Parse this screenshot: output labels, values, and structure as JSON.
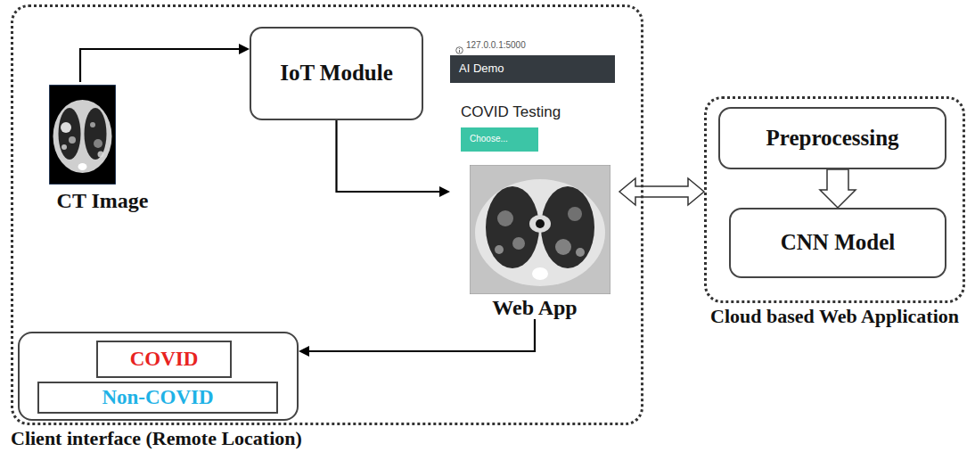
{
  "diagram": {
    "nodes": [
      {
        "text": [
          "Client interface (Remote Location)"
        ]
      },
      {
        "text": [
          "CT Image"
        ],
        "in": 0
      },
      {
        "text": [
          "IoT Module"
        ],
        "in": 0
      },
      {
        "text": [
          "127.0.0.1:5000",
          "AI Demo",
          "COVID Testing",
          "Choose...",
          "Web App"
        ],
        "in": 0
      },
      {
        "text": [],
        "in": 0
      },
      {
        "text": [
          "COVID"
        ],
        "in": 4
      },
      {
        "text": [
          "Non-COVID"
        ],
        "in": 4
      },
      {
        "text": [
          "Cloud based Web Application"
        ]
      },
      {
        "text": [
          "Preprocessing"
        ],
        "in": 7
      },
      {
        "text": [
          "CNN Model"
        ],
        "in": 7
      }
    ],
    "edges": [
      {
        "from": 1,
        "to": 2,
        "arrow": "to"
      },
      {
        "from": 2,
        "to": 3,
        "arrow": "to"
      },
      {
        "from": 3,
        "to": 4,
        "arrow": "to"
      },
      {
        "from": 3,
        "to": 7,
        "arrow": "both"
      },
      {
        "from": 8,
        "to": 9,
        "arrow": "to"
      }
    ]
  }
}
